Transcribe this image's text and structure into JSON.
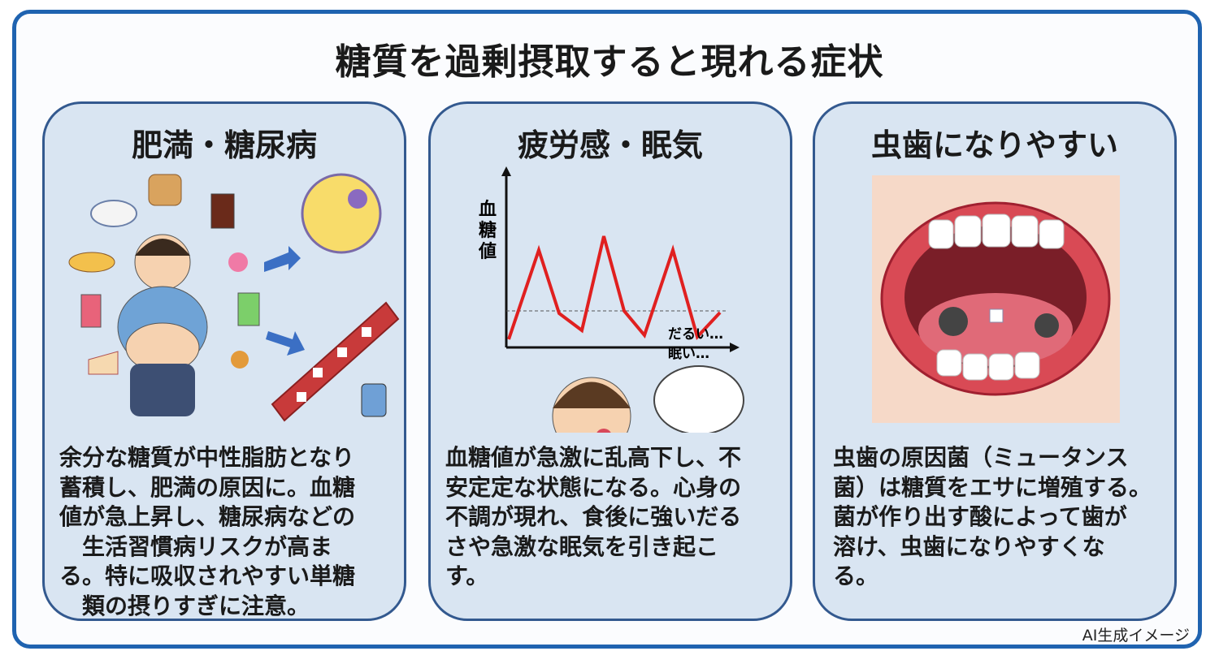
{
  "title": "糖質を過剰摂取すると現れる症状",
  "panels": [
    {
      "heading": "肥満・糖尿病",
      "lines": [
        "余分な糖質が中性脂肪となり",
        "蓄積し、肥満の原因に。血糖",
        "値が急上昇し、糖尿病などの",
        "　生活習慣病リスクが高ま",
        "る。特に吸収されやすい単糖",
        "　類の摂りすぎに注意。"
      ]
    },
    {
      "heading": "疲労感・眠気",
      "chart_ylabel": "血糖値",
      "speech": [
        "だるい…",
        "眠い…"
      ],
      "lines": [
        "血糖値が急激に乱高下し、不",
        "安定定な状態になる。心身の",
        "不調が現れ、食後に強いだる",
        "さや急激な眠気を引き起こ",
        "す。"
      ]
    },
    {
      "heading": "虫歯になりやすい",
      "lines": [
        "虫歯の原因菌（ミュータンス",
        "菌）は糖質をエサに増殖する。",
        "菌が作り出す酸によって歯が",
        "溶け、虫歯になりやすくな",
        "る。"
      ]
    }
  ],
  "credit": "AI生成イメージ",
  "colors": {
    "frame": "#1f63b0",
    "panel_bg": "#d9e5f2",
    "panel_border": "#33598f",
    "glucose_line": "#e02020"
  }
}
